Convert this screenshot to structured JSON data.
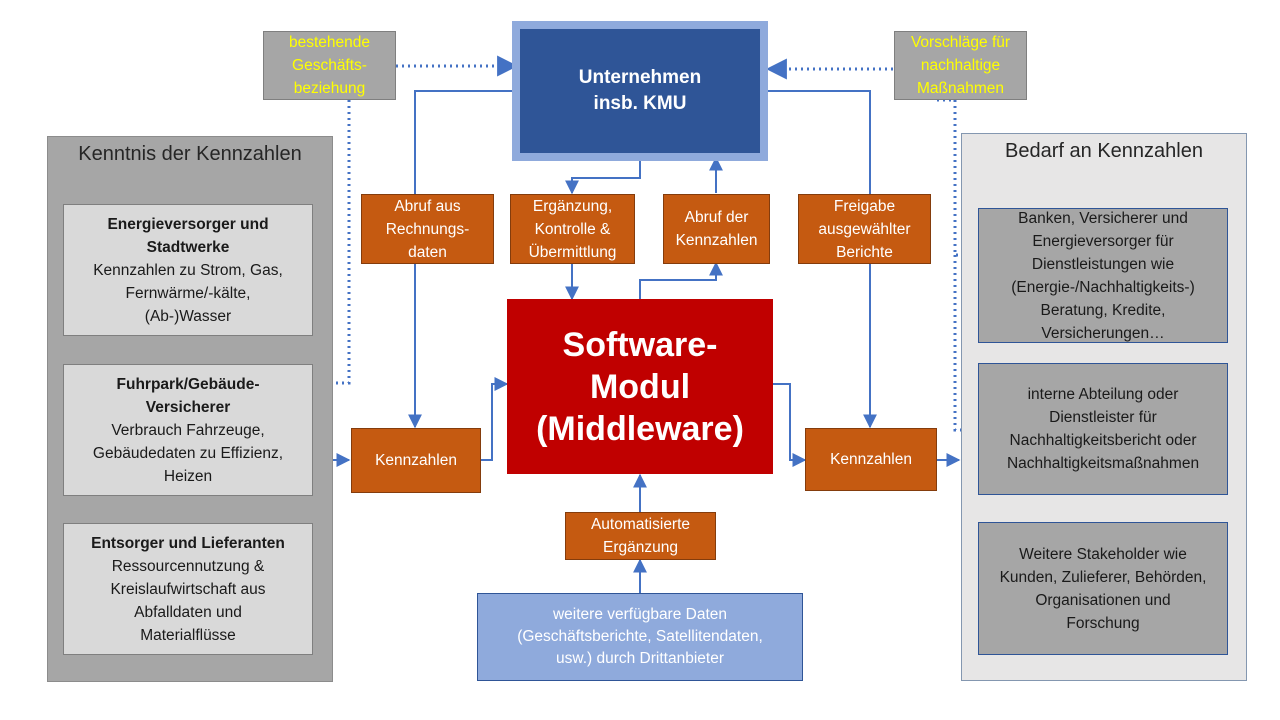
{
  "top": {
    "kmu_line1": "Unternehmen",
    "kmu_line2": "insb. KMU",
    "note_left": [
      "bestehende",
      "Geschäfts-",
      "beziehung"
    ],
    "note_right": [
      "Vorschläge für",
      "nachhaltige",
      "Maßnahmen"
    ]
  },
  "left_panel": {
    "title": "Kenntnis der Kennzahlen",
    "boxes": [
      {
        "bold": [
          "Energieversorger und",
          "Stadtwerke"
        ],
        "text": [
          "Kennzahlen zu Strom, Gas,",
          "Fernwärme/-kälte,",
          "(Ab-)Wasser"
        ]
      },
      {
        "bold": [
          "Fuhrpark/Gebäude-",
          "Versicherer"
        ],
        "text": [
          "Verbrauch Fahrzeuge,",
          "Gebäudedaten zu Effizienz,",
          "Heizen"
        ]
      },
      {
        "bold": [
          "Entsorger und Lieferanten"
        ],
        "text": [
          "Ressourcennutzung &",
          "Kreislaufwirtschaft aus",
          "Abfalldaten und",
          "Materialflüsse"
        ]
      }
    ]
  },
  "right_panel": {
    "title": "Bedarf an Kennzahlen",
    "boxes": [
      {
        "text": [
          "Banken, Versicherer und",
          "Energieversorger für",
          "Dienstleistungen wie",
          "(Energie-/Nachhaltigkeits-)",
          "Beratung, Kredite,",
          "Versicherungen…"
        ]
      },
      {
        "text": [
          "interne Abteilung oder",
          "Dienstleister für",
          "Nachhaltigkeitsbericht oder",
          "Nachhaltigkeitsmaßnahmen"
        ]
      },
      {
        "text": [
          "Weitere Stakeholder wie",
          "Kunden, Zulieferer, Behörden,",
          "Organisationen und",
          "Forschung"
        ]
      }
    ]
  },
  "process": {
    "abruf_rechnung": [
      "Abruf aus",
      "Rechnungs-",
      "daten"
    ],
    "ergaenzung": [
      "Ergänzung,",
      "Kontrolle &",
      "Übermittlung"
    ],
    "abruf_kennzahlen": [
      "Abruf der",
      "Kennzahlen"
    ],
    "freigabe": [
      "Freigabe",
      "ausgewählter",
      "Berichte"
    ],
    "kennzahlen_left": "Kennzahlen",
    "kennzahlen_right": "Kennzahlen",
    "auto": [
      "Automatisierte",
      "Ergänzung"
    ]
  },
  "middleware": [
    "Software-",
    "Modul",
    "(Middleware)"
  ],
  "third_party": [
    "weitere verfügbare Daten",
    "(Geschäftsberichte, Satellitendaten,",
    "usw.) durch Drittanbieter"
  ],
  "colors": {
    "kmu_dark": "#2f5597",
    "kmu_light": "#8faadc",
    "middleware_red": "#c00000",
    "process_orange": "#c55a11",
    "arrow_blue": "#4472c4",
    "note_text_yellow": "#ffff00"
  }
}
